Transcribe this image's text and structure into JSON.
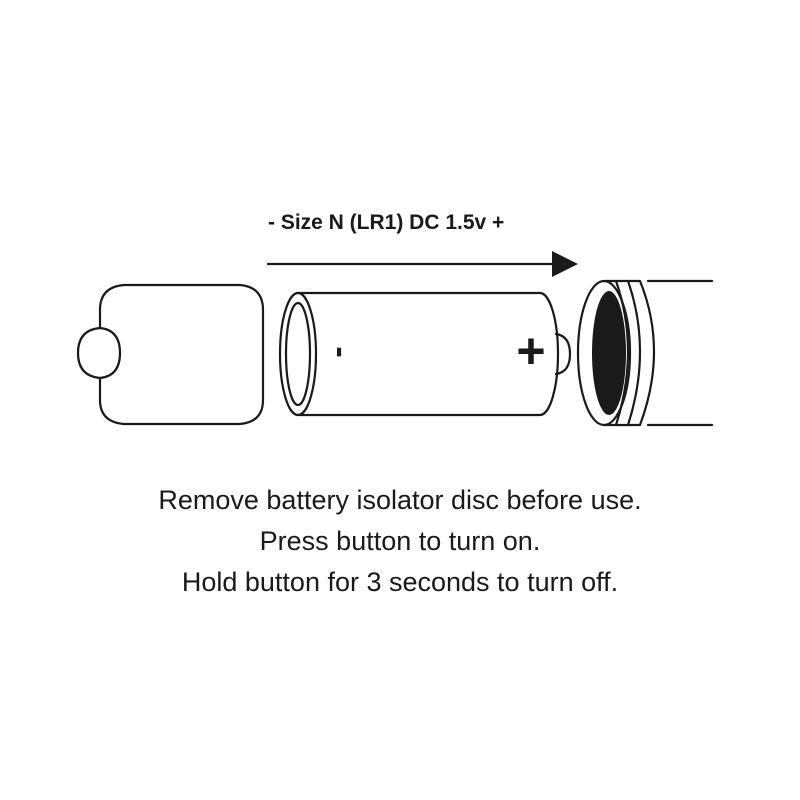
{
  "diagram": {
    "size_label": "- Size N (LR1) DC 1.5v +",
    "battery_minus": "-",
    "battery_plus": "+"
  },
  "instructions": {
    "line1": "Remove battery isolator disc before use.",
    "line2": "Press button to turn on.",
    "line3": "Hold button for 3 seconds to turn off."
  },
  "colors": {
    "stroke": "#1a1a1a",
    "background": "#ffffff"
  }
}
